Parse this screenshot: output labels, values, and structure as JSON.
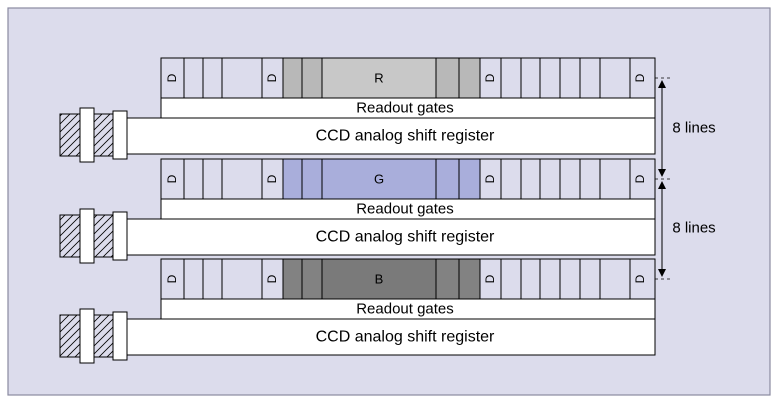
{
  "diagram": {
    "background_color": "#dcdcec",
    "border_color": "#8a8aa0",
    "colors": {
      "red_channel": "#c8c8c8",
      "green_channel": "#a9aedb",
      "blue_channel": "#7a7a7a",
      "dark_cell": "#9a9a9a"
    },
    "channels": [
      {
        "label": "R",
        "gate_label": "Readout gates",
        "register_label": "CCD analog shift register"
      },
      {
        "label": "G",
        "gate_label": "Readout gates",
        "register_label": "CCD analog shift register"
      },
      {
        "label": "B",
        "gate_label": "Readout gates",
        "register_label": "CCD analog shift register"
      }
    ],
    "dark_pixel_label": "D",
    "spacing": [
      {
        "label": "8 lines"
      },
      {
        "label": "8 lines"
      }
    ]
  }
}
